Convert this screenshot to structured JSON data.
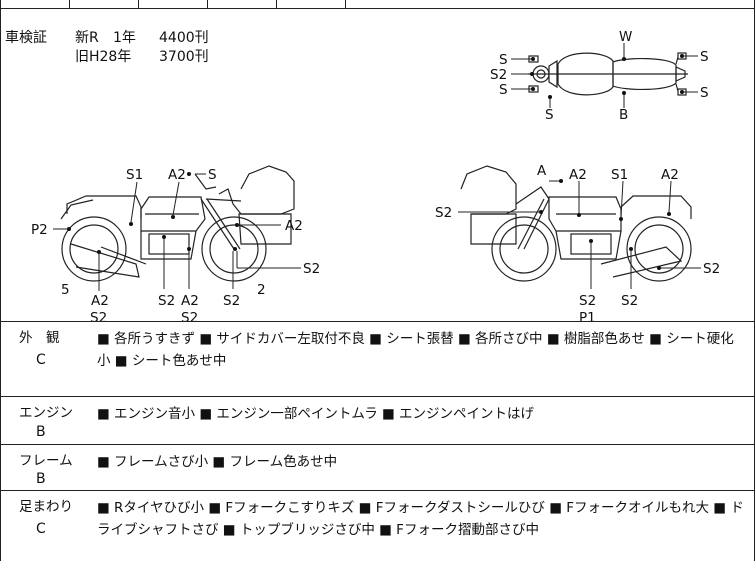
{
  "registration": {
    "label": "車検証",
    "line1_type": "新R",
    "line1_age": "1年",
    "line1_price": "4400刊",
    "line2_type": "旧H28年",
    "line2_price": "3700刊"
  },
  "overhead_labels": {
    "s_a": "S",
    "s2": "S2",
    "s_b": "S",
    "s_bottom": "S",
    "w": "W",
    "b": "B",
    "s_right_top": "S",
    "s_right_bottom": "S"
  },
  "left_view_labels": {
    "s1": "S1",
    "a2_top": "A2",
    "s_top": "S",
    "p2": "P2",
    "a2_right": "A2",
    "s2_right": "S2",
    "five": "5",
    "two": "2",
    "a2_bottom": "A2",
    "s2_bottom_left": "S2",
    "s2_mid": "S2",
    "a2_mid": "A2",
    "s2_mid_b": "S2",
    "s2_end": "S2"
  },
  "right_view_labels": {
    "a": "A",
    "a2_top": "A2",
    "s1": "S1",
    "a2_right": "A2",
    "s2_left": "S2",
    "s2_right": "S2",
    "s2_bottom_a": "S2",
    "p1": "P1",
    "s2_bottom_b": "S2"
  },
  "sections": [
    {
      "name": "外　観",
      "grade": "C",
      "text": "■ 各所うすきず ■ サイドカバー左取付不良 ■ シート張替 ■ 各所さび中 ■ 樹脂部色あせ ■ シート硬化小 ■ シート色あせ中"
    },
    {
      "name": "エンジン",
      "grade": "B",
      "text": "■ エンジン音小 ■ エンジン一部ペイントムラ ■ エンジンペイントはげ"
    },
    {
      "name": "フレーム",
      "grade": "B",
      "text": "■ フレームさび小 ■ フレーム色あせ中"
    },
    {
      "name": "足まわり",
      "grade": "C",
      "text": "■ Rタイヤひび小 ■ Fフォークこすりキズ ■ Fフォークダストシールひび ■ Fフォークオイルもれ大 ■ ドライブシャフトさび ■ トップブリッジさび中 ■ Fフォーク摺動部さび中"
    }
  ]
}
